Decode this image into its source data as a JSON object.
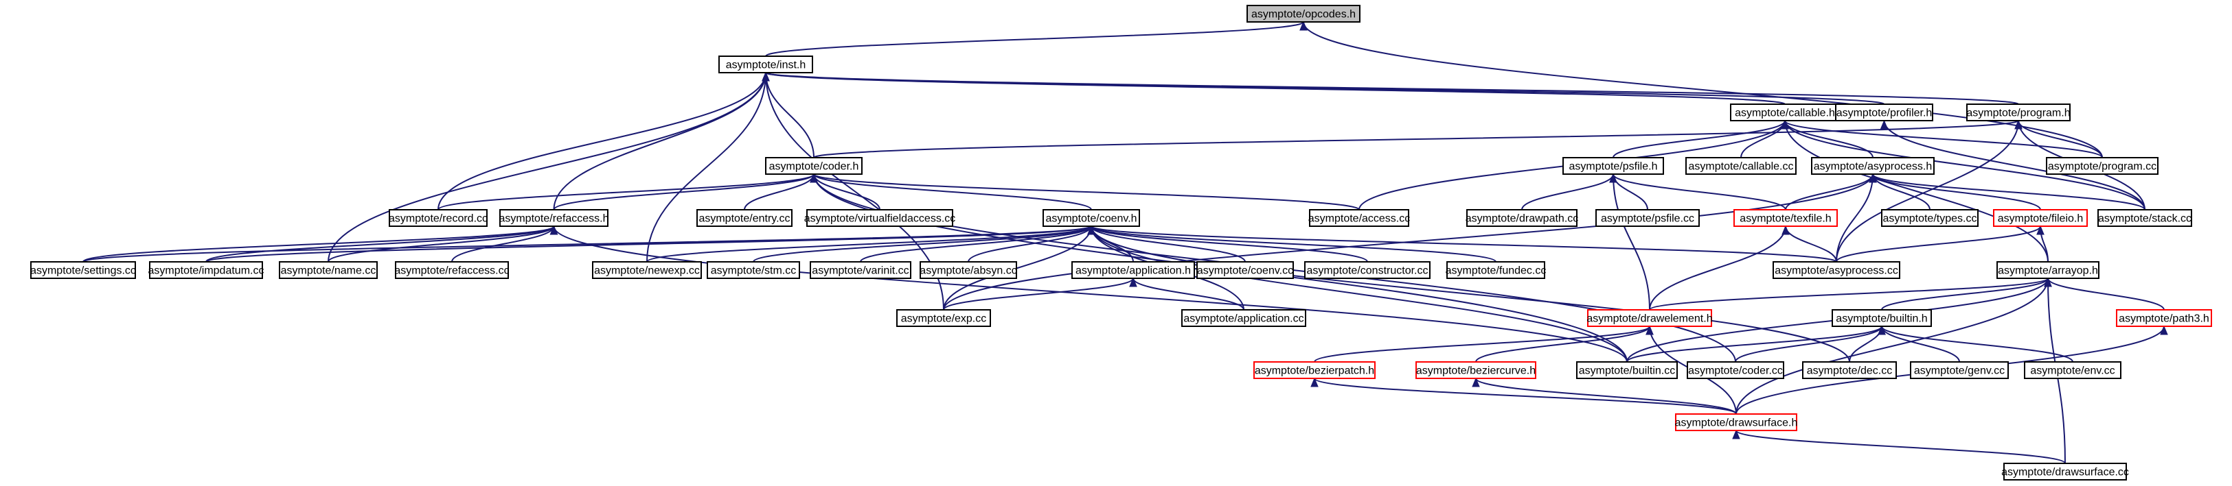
{
  "title": "",
  "colors": {
    "edge": "#191970",
    "border_default": "#000000",
    "border_truncated": "#ff0000",
    "fill_default": "#ffffff",
    "fill_highlight": "#bfbfbf"
  },
  "nodes": [
    {
      "id": "opcodes_h",
      "label": "asymptote/opcodes.h",
      "highlight": true
    },
    {
      "id": "inst_h",
      "label": "asymptote/inst.h"
    },
    {
      "id": "callable_h",
      "label": "asymptote/callable.h"
    },
    {
      "id": "profiler_h",
      "label": "asymptote/profiler.h"
    },
    {
      "id": "program_h",
      "label": "asymptote/program.h"
    },
    {
      "id": "coder_h",
      "label": "asymptote/coder.h"
    },
    {
      "id": "psfile_h",
      "label": "asymptote/psfile.h"
    },
    {
      "id": "callable_cc",
      "label": "asymptote/callable.cc"
    },
    {
      "id": "asyprocess_h",
      "label": "asymptote/asyprocess.h"
    },
    {
      "id": "program_cc",
      "label": "asymptote/program.cc"
    },
    {
      "id": "record_cc",
      "label": "asymptote/record.cc"
    },
    {
      "id": "refaccess_h",
      "label": "asymptote/refaccess.h"
    },
    {
      "id": "entry_cc",
      "label": "asymptote/entry.cc"
    },
    {
      "id": "virtualfieldaccess_cc",
      "label": "asymptote/virtualfieldaccess.cc"
    },
    {
      "id": "access_cc",
      "label": "asymptote/access.cc"
    },
    {
      "id": "drawpath_cc",
      "label": "asymptote/drawpath.cc"
    },
    {
      "id": "psfile_cc",
      "label": "asymptote/psfile.cc"
    },
    {
      "id": "texfile_h",
      "label": "asymptote/texfile.h",
      "truncated": true
    },
    {
      "id": "types_cc",
      "label": "asymptote/types.cc"
    },
    {
      "id": "fileio_h",
      "label": "asymptote/fileio.h",
      "truncated": true
    },
    {
      "id": "stack_cc",
      "label": "asymptote/stack.cc"
    },
    {
      "id": "coenv_h",
      "label": "asymptote/coenv.h"
    },
    {
      "id": "settings_cc",
      "label": "asymptote/settings.cc"
    },
    {
      "id": "impdatum_cc",
      "label": "asymptote/impdatum.cc"
    },
    {
      "id": "name_cc",
      "label": "asymptote/name.cc"
    },
    {
      "id": "refaccess_cc",
      "label": "asymptote/refaccess.cc"
    },
    {
      "id": "newexp_cc",
      "label": "asymptote/newexp.cc"
    },
    {
      "id": "stm_cc",
      "label": "asymptote/stm.cc"
    },
    {
      "id": "varinit_cc",
      "label": "asymptote/varinit.cc"
    },
    {
      "id": "absyn_cc",
      "label": "asymptote/absyn.cc"
    },
    {
      "id": "application_h",
      "label": "asymptote/application.h"
    },
    {
      "id": "coenv_cc",
      "label": "asymptote/coenv.cc"
    },
    {
      "id": "constructor_cc",
      "label": "asymptote/constructor.cc"
    },
    {
      "id": "fundec_cc",
      "label": "asymptote/fundec.cc"
    },
    {
      "id": "asyprocess_cc",
      "label": "asymptote/asyprocess.cc"
    },
    {
      "id": "arrayop_h",
      "label": "asymptote/arrayop.h"
    },
    {
      "id": "exp_cc",
      "label": "asymptote/exp.cc"
    },
    {
      "id": "application_cc",
      "label": "asymptote/application.cc"
    },
    {
      "id": "drawelement_h",
      "label": "asymptote/drawelement.h",
      "truncated": true
    },
    {
      "id": "builtin_h",
      "label": "asymptote/builtin.h"
    },
    {
      "id": "path3_h",
      "label": "asymptote/path3.h",
      "truncated": true
    },
    {
      "id": "bezierpatch_h",
      "label": "asymptote/bezierpatch.h",
      "truncated": true
    },
    {
      "id": "beziercurve_h",
      "label": "asymptote/beziercurve.h",
      "truncated": true
    },
    {
      "id": "builtin_cc",
      "label": "asymptote/builtin.cc"
    },
    {
      "id": "coder_cc",
      "label": "asymptote/coder.cc"
    },
    {
      "id": "dec_cc",
      "label": "asymptote/dec.cc"
    },
    {
      "id": "genv_cc",
      "label": "asymptote/genv.cc"
    },
    {
      "id": "env_cc",
      "label": "asymptote/env.cc"
    },
    {
      "id": "drawsurface_h",
      "label": "asymptote/drawsurface.h",
      "truncated": true
    },
    {
      "id": "drawsurface_cc",
      "label": "asymptote/drawsurface.cc"
    }
  ],
  "edges": [
    {
      "from": "opcodes_h",
      "to": "inst_h"
    },
    {
      "from": "opcodes_h",
      "to": "program_cc"
    },
    {
      "from": "inst_h",
      "to": "callable_h"
    },
    {
      "from": "inst_h",
      "to": "profiler_h"
    },
    {
      "from": "inst_h",
      "to": "program_h"
    },
    {
      "from": "inst_h",
      "to": "coder_h"
    },
    {
      "from": "inst_h",
      "to": "record_cc"
    },
    {
      "from": "inst_h",
      "to": "refaccess_h"
    },
    {
      "from": "inst_h",
      "to": "name_cc"
    },
    {
      "from": "inst_h",
      "to": "newexp_cc"
    },
    {
      "from": "inst_h",
      "to": "exp_cc"
    },
    {
      "from": "callable_h",
      "to": "psfile_h"
    },
    {
      "from": "callable_h",
      "to": "callable_cc"
    },
    {
      "from": "callable_h",
      "to": "asyprocess_h"
    },
    {
      "from": "callable_h",
      "to": "program_cc"
    },
    {
      "from": "callable_h",
      "to": "stack_cc"
    },
    {
      "from": "callable_h",
      "to": "access_cc"
    },
    {
      "from": "callable_h",
      "to": "arrayop_h"
    },
    {
      "from": "profiler_h",
      "to": "stack_cc"
    },
    {
      "from": "program_h",
      "to": "program_cc"
    },
    {
      "from": "program_h",
      "to": "stack_cc"
    },
    {
      "from": "program_h",
      "to": "coder_h"
    },
    {
      "from": "program_h",
      "to": "asyprocess_cc"
    },
    {
      "from": "coder_h",
      "to": "record_cc"
    },
    {
      "from": "coder_h",
      "to": "refaccess_h"
    },
    {
      "from": "coder_h",
      "to": "entry_cc"
    },
    {
      "from": "coder_h",
      "to": "virtualfieldaccess_cc"
    },
    {
      "from": "coder_h",
      "to": "access_cc"
    },
    {
      "from": "coder_h",
      "to": "coenv_h"
    },
    {
      "from": "coder_h",
      "to": "builtin_cc"
    },
    {
      "from": "coder_h",
      "to": "coder_cc"
    },
    {
      "from": "psfile_h",
      "to": "drawpath_cc"
    },
    {
      "from": "psfile_h",
      "to": "psfile_cc"
    },
    {
      "from": "psfile_h",
      "to": "texfile_h"
    },
    {
      "from": "psfile_h",
      "to": "drawelement_h"
    },
    {
      "from": "asyprocess_h",
      "to": "texfile_h"
    },
    {
      "from": "asyprocess_h",
      "to": "types_cc"
    },
    {
      "from": "asyprocess_h",
      "to": "fileio_h"
    },
    {
      "from": "asyprocess_h",
      "to": "stack_cc"
    },
    {
      "from": "asyprocess_h",
      "to": "asyprocess_cc"
    },
    {
      "from": "asyprocess_h",
      "to": "exp_cc"
    },
    {
      "from": "texfile_h",
      "to": "asyprocess_cc"
    },
    {
      "from": "texfile_h",
      "to": "drawelement_h"
    },
    {
      "from": "fileio_h",
      "to": "asyprocess_cc"
    },
    {
      "from": "fileio_h",
      "to": "arrayop_h"
    },
    {
      "from": "refaccess_h",
      "to": "settings_cc"
    },
    {
      "from": "refaccess_h",
      "to": "impdatum_cc"
    },
    {
      "from": "refaccess_h",
      "to": "name_cc"
    },
    {
      "from": "refaccess_h",
      "to": "refaccess_cc"
    },
    {
      "from": "refaccess_h",
      "to": "builtin_cc"
    },
    {
      "from": "coenv_h",
      "to": "settings_cc"
    },
    {
      "from": "coenv_h",
      "to": "impdatum_cc"
    },
    {
      "from": "coenv_h",
      "to": "newexp_cc"
    },
    {
      "from": "coenv_h",
      "to": "stm_cc"
    },
    {
      "from": "coenv_h",
      "to": "varinit_cc"
    },
    {
      "from": "coenv_h",
      "to": "absyn_cc"
    },
    {
      "from": "coenv_h",
      "to": "application_h"
    },
    {
      "from": "coenv_h",
      "to": "coenv_cc"
    },
    {
      "from": "coenv_h",
      "to": "constructor_cc"
    },
    {
      "from": "coenv_h",
      "to": "fundec_cc"
    },
    {
      "from": "coenv_h",
      "to": "asyprocess_cc"
    },
    {
      "from": "coenv_h",
      "to": "exp_cc"
    },
    {
      "from": "coenv_h",
      "to": "application_cc"
    },
    {
      "from": "coenv_h",
      "to": "builtin_cc"
    },
    {
      "from": "coenv_h",
      "to": "dec_cc"
    },
    {
      "from": "application_h",
      "to": "exp_cc"
    },
    {
      "from": "application_h",
      "to": "application_cc"
    },
    {
      "from": "arrayop_h",
      "to": "drawelement_h"
    },
    {
      "from": "arrayop_h",
      "to": "builtin_h"
    },
    {
      "from": "arrayop_h",
      "to": "path3_h"
    },
    {
      "from": "arrayop_h",
      "to": "builtin_cc"
    },
    {
      "from": "arrayop_h",
      "to": "drawsurface_h"
    },
    {
      "from": "arrayop_h",
      "to": "drawsurface_cc"
    },
    {
      "from": "drawelement_h",
      "to": "bezierpatch_h"
    },
    {
      "from": "drawelement_h",
      "to": "beziercurve_h"
    },
    {
      "from": "drawelement_h",
      "to": "drawsurface_h"
    },
    {
      "from": "builtin_h",
      "to": "builtin_cc"
    },
    {
      "from": "builtin_h",
      "to": "coder_cc"
    },
    {
      "from": "builtin_h",
      "to": "dec_cc"
    },
    {
      "from": "builtin_h",
      "to": "genv_cc"
    },
    {
      "from": "builtin_h",
      "to": "env_cc"
    },
    {
      "from": "path3_h",
      "to": "drawsurface_h"
    },
    {
      "from": "bezierpatch_h",
      "to": "drawsurface_h"
    },
    {
      "from": "beziercurve_h",
      "to": "drawsurface_h"
    },
    {
      "from": "drawsurface_h",
      "to": "drawsurface_cc"
    }
  ]
}
